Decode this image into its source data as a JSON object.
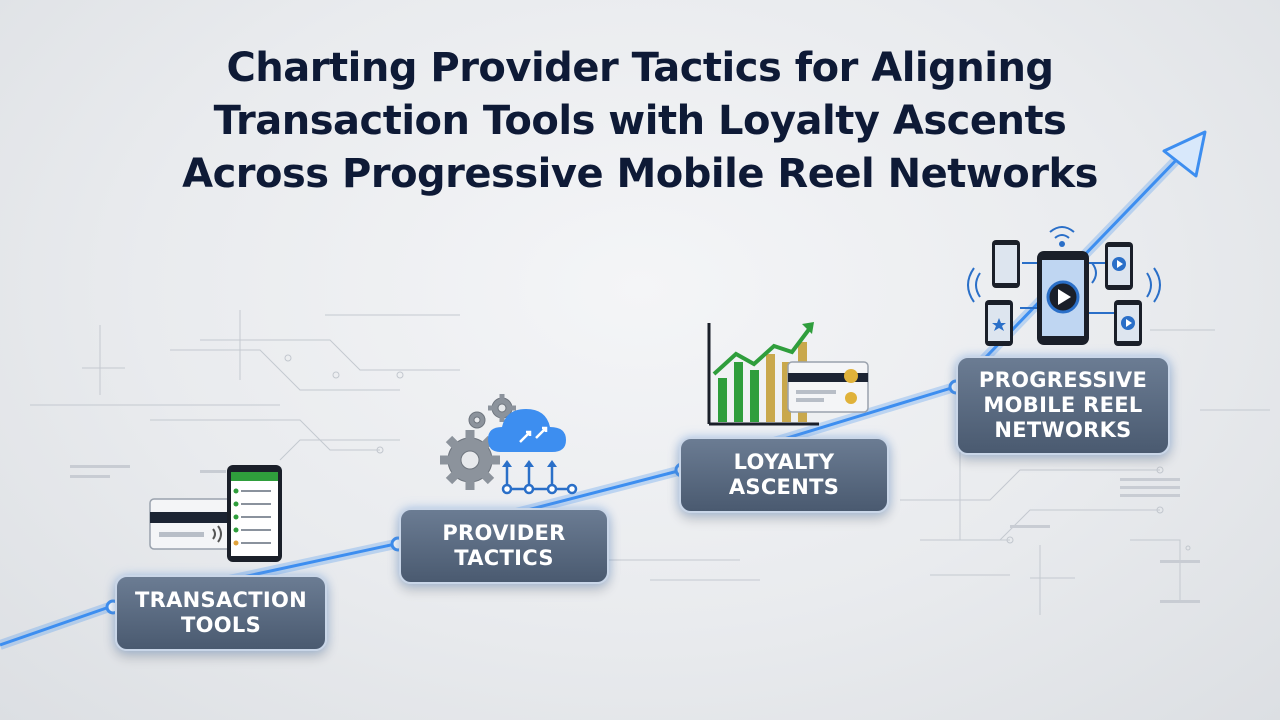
{
  "title_lines": [
    "Charting Provider Tactics for Aligning",
    "Transaction Tools with Loyalty Ascents",
    "Across Progressive Mobile Reel Networks"
  ],
  "stages": [
    {
      "lines": [
        "TRANSACTION",
        "TOOLS"
      ],
      "icon": "payment-card-and-phone-icon"
    },
    {
      "lines": [
        "PROVIDER",
        "TACTICS"
      ],
      "icon": "gears-and-cloud-icon"
    },
    {
      "lines": [
        "LOYALTY",
        "ASCENTS"
      ],
      "icon": "growth-chart-and-loyalty-card-icon"
    },
    {
      "lines": [
        "PROGRESSIVE",
        "MOBILE REEL",
        "NETWORKS"
      ],
      "icon": "connected-mobile-devices-icon"
    }
  ],
  "colors": {
    "title": "#0e1a36",
    "card": "#5a6a80",
    "line_glow": "#3d8ef0",
    "chart_green": "#2f9e3c",
    "chart_gold": "#c9a84c"
  }
}
